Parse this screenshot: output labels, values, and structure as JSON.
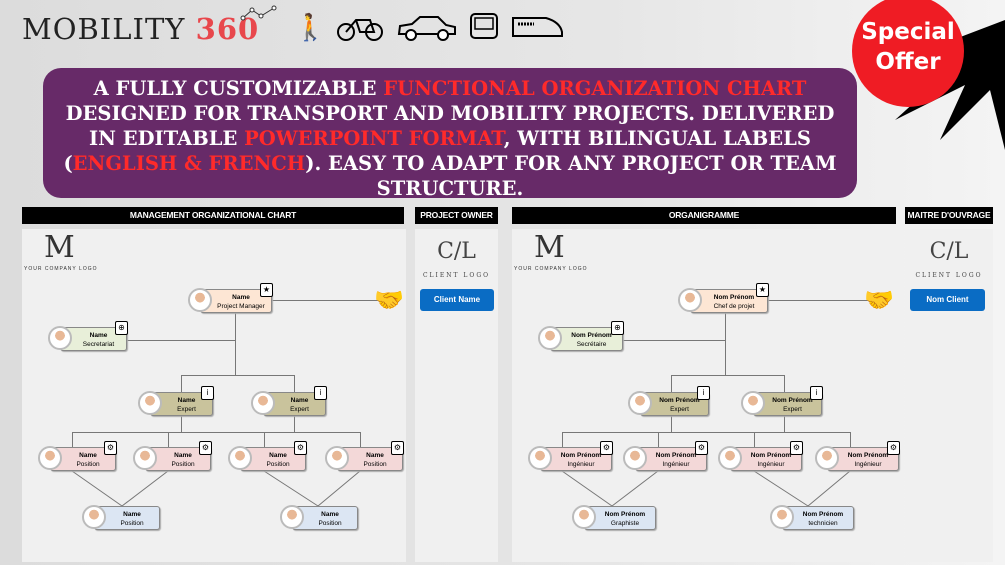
{
  "brand": {
    "name": "MOBILITY",
    "num": "360"
  },
  "transport_icons": [
    "walk-icon",
    "bicycle-icon",
    "car-icon",
    "bus-icon",
    "train-icon"
  ],
  "banner": {
    "p1": "A fully customizable ",
    "h1": "functional organization chart",
    "p2": " designed for transport and mobility projects. Delivered in editable ",
    "h2": "PowerPoint format",
    "p3": ", with bilingual labels (",
    "h3": "English & French",
    "p4": "). Easy to adapt for any project or team structure."
  },
  "offer": {
    "l1": "Special",
    "l2": "Offer"
  },
  "charts": [
    {
      "title": "MANAGEMENT ORGANIZATIONAL CHART",
      "owner_title": "PROJECT OWNER",
      "company_logo": "YOUR COMPANY LOGO",
      "client_logo": "CLIENT LOGO",
      "client_name": "Client  Name",
      "nodes": [
        {
          "name": "Name",
          "role": "Project Manager",
          "color": "#fde6d4",
          "badge": "★"
        },
        {
          "name": "Name",
          "role": "Secretariat",
          "color": "#e8efd9",
          "badge": "⊕"
        },
        {
          "name": "Name",
          "role": "Expert",
          "color": "#c9c39c",
          "badge": "i"
        },
        {
          "name": "Name",
          "role": "Expert",
          "color": "#c9c39c",
          "badge": "i"
        },
        {
          "name": "Name",
          "role": "Position",
          "color": "#f3d8d8",
          "badge": "⚙"
        },
        {
          "name": "Name",
          "role": "Position",
          "color": "#f3d8d8",
          "badge": "⚙"
        },
        {
          "name": "Name",
          "role": "Position",
          "color": "#f3d8d8",
          "badge": "⚙"
        },
        {
          "name": "Name",
          "role": "Position",
          "color": "#f3d8d8",
          "badge": "⚙"
        },
        {
          "name": "Name",
          "role": "Position",
          "color": "#dce6f3",
          "badge": ""
        },
        {
          "name": "Name",
          "role": "Position",
          "color": "#dce6f3",
          "badge": ""
        }
      ]
    },
    {
      "title": "ORGANIGRAMME",
      "owner_title": "MAITRE D'OUVRAGE",
      "company_logo": "YOUR COMPANY LOGO",
      "client_logo": "CLIENT LOGO",
      "client_name": "Nom Client",
      "nodes": [
        {
          "name": "Nom Prénom",
          "role": "Chef de projet",
          "color": "#fde6d4",
          "badge": "★"
        },
        {
          "name": "Nom Prénom",
          "role": "Secrétaire",
          "color": "#e8efd9",
          "badge": "⊕"
        },
        {
          "name": "Nom Prénom",
          "role": "Expert",
          "color": "#c9c39c",
          "badge": "i"
        },
        {
          "name": "Nom Prénom",
          "role": "Expert",
          "color": "#c9c39c",
          "badge": "i"
        },
        {
          "name": "Nom Prénom",
          "role": "Ingénieur",
          "color": "#f3d8d8",
          "badge": "⚙"
        },
        {
          "name": "Nom Prénom",
          "role": "Ingénieur",
          "color": "#f3d8d8",
          "badge": "⚙"
        },
        {
          "name": "Nom Prénom",
          "role": "Ingénieur",
          "color": "#f3d8d8",
          "badge": "⚙"
        },
        {
          "name": "Nom Prénom",
          "role": "Ingénieur",
          "color": "#f3d8d8",
          "badge": "⚙"
        },
        {
          "name": "Nom Prénom",
          "role": "Graphiste",
          "color": "#dce6f3",
          "badge": ""
        },
        {
          "name": "Nom Prénom",
          "role": "technicien",
          "color": "#dce6f3",
          "badge": ""
        }
      ]
    }
  ]
}
